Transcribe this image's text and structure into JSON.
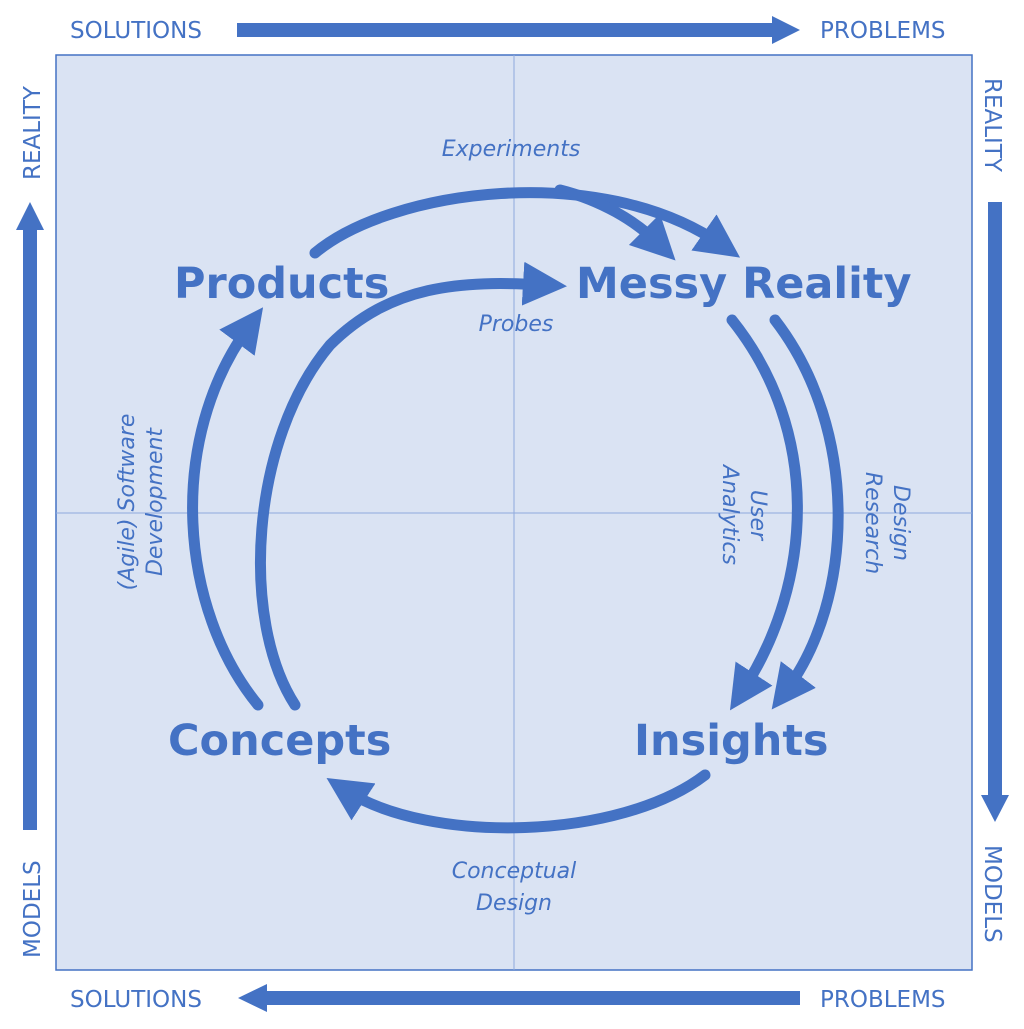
{
  "colors": {
    "accent": "#4472C4",
    "background": "#DAE3F3",
    "gridline": "#8FAADC"
  },
  "axes": {
    "top_left": "SOLUTIONS",
    "top_right": "PROBLEMS",
    "bottom_left": "SOLUTIONS",
    "bottom_right": "PROBLEMS",
    "left_top": "REALITY",
    "left_bottom": "MODELS",
    "right_top": "REALITY",
    "right_bottom": "MODELS"
  },
  "nodes": {
    "products": "Products",
    "messy_reality": "Messy Reality",
    "insights": "Insights",
    "concepts": "Concepts"
  },
  "labels": {
    "experiments": "Experiments",
    "probes": "Probes",
    "agile_line1": "(Agile) Software",
    "agile_line2": "Development",
    "user_line1": "User",
    "user_line2": "Analytics",
    "design_line1": "Design",
    "design_line2": "Research",
    "conceptual_line1": "Conceptual",
    "conceptual_line2": "Design"
  }
}
